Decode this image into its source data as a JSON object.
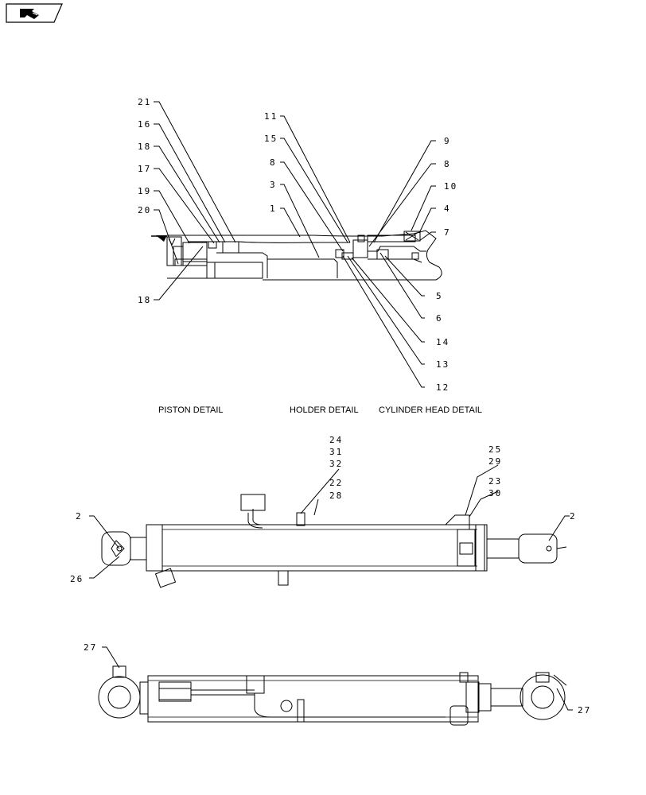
{
  "nav": {
    "icon": "back-arrow-icon"
  },
  "captions": {
    "piston": "PISTON DETAIL",
    "holder": "HOLDER DETAIL",
    "cylinder_head": "CYLINDER HEAD DETAIL"
  },
  "callouts": {
    "c21": "21",
    "c16": "16",
    "c18a": "18",
    "c17": "17",
    "c19": "19",
    "c20": "20",
    "c18b": "18",
    "c11": "11",
    "c15": "15",
    "c8a": "8",
    "c3": "3",
    "c1": "1",
    "c9": "9",
    "c8b": "8",
    "c10": "10",
    "c4": "4",
    "c7": "7",
    "c5": "5",
    "c6": "6",
    "c14": "14",
    "c13": "13",
    "c12": "12",
    "c24": "24",
    "c31": "31",
    "c32": "32",
    "c22": "22",
    "c28": "28",
    "c25": "25",
    "c29": "29",
    "c23": "23",
    "c30": "30",
    "c2a": "2",
    "c26": "26",
    "c2b": "2",
    "c27a": "27",
    "c27b": "27"
  }
}
